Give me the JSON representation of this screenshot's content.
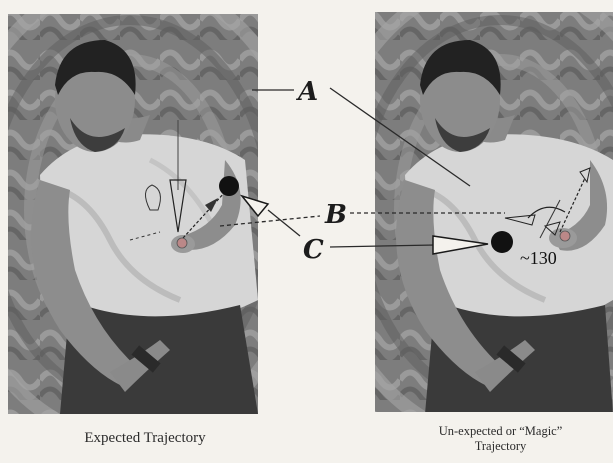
{
  "labels": {
    "a": "A",
    "b": "B",
    "c": "C"
  },
  "angle_readout": "~130",
  "captions": {
    "left": "Expected Trajectory",
    "right_line1": "Un-expected or “Magic”",
    "right_line2": "Trajectory"
  },
  "colors": {
    "photo_bg": "#7f7f7f",
    "shirt": "#d9d9d9",
    "skin": "#8a8a8a",
    "ink": "#1a1a1a",
    "page": "#f4f2ed"
  },
  "icons": {
    "ball": "black-ball-icon",
    "arrow": "open-triangle-arrow-icon"
  }
}
